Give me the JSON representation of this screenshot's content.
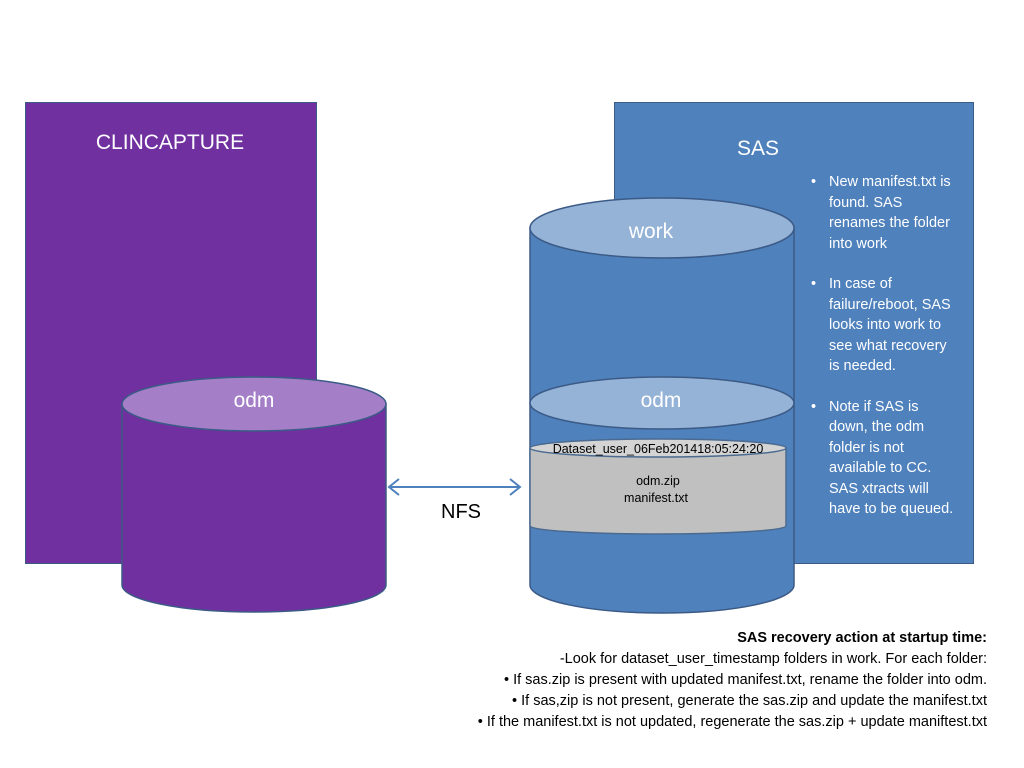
{
  "clincapture": {
    "title": "CLINCAPTURE",
    "cylinder_label": "odm",
    "color": "#7030A0"
  },
  "sas": {
    "title": "SAS",
    "color": "#4F81BD",
    "bullets": [
      "New manifest.txt is found. SAS renames the folder into work",
      "In case of failure/reboot, SAS looks into work to see  what recovery is needed.",
      "Note if SAS is down, the odm folder is not available to CC. SAS xtracts will have to be queued."
    ],
    "work_label": "work",
    "odm_label": "odm",
    "folder": {
      "name": "Dataset_user_06Feb201418:05:24:20",
      "files": [
        "odm.zip",
        "manifest.txt"
      ]
    }
  },
  "link": {
    "label": "NFS"
  },
  "notes": {
    "heading": "SAS recovery action at startup time:",
    "intro": "-Look for dataset_user_timestamp folders in work.  For each folder:",
    "items": [
      "If sas.zip  is present with updated manifest.txt, rename the folder into odm.",
      "If sas,zip is not present, generate the sas.zip and update the manifest.txt",
      "If the manifest.txt is not updated, regenerate the sas.zip + update maniftest.txt"
    ]
  }
}
